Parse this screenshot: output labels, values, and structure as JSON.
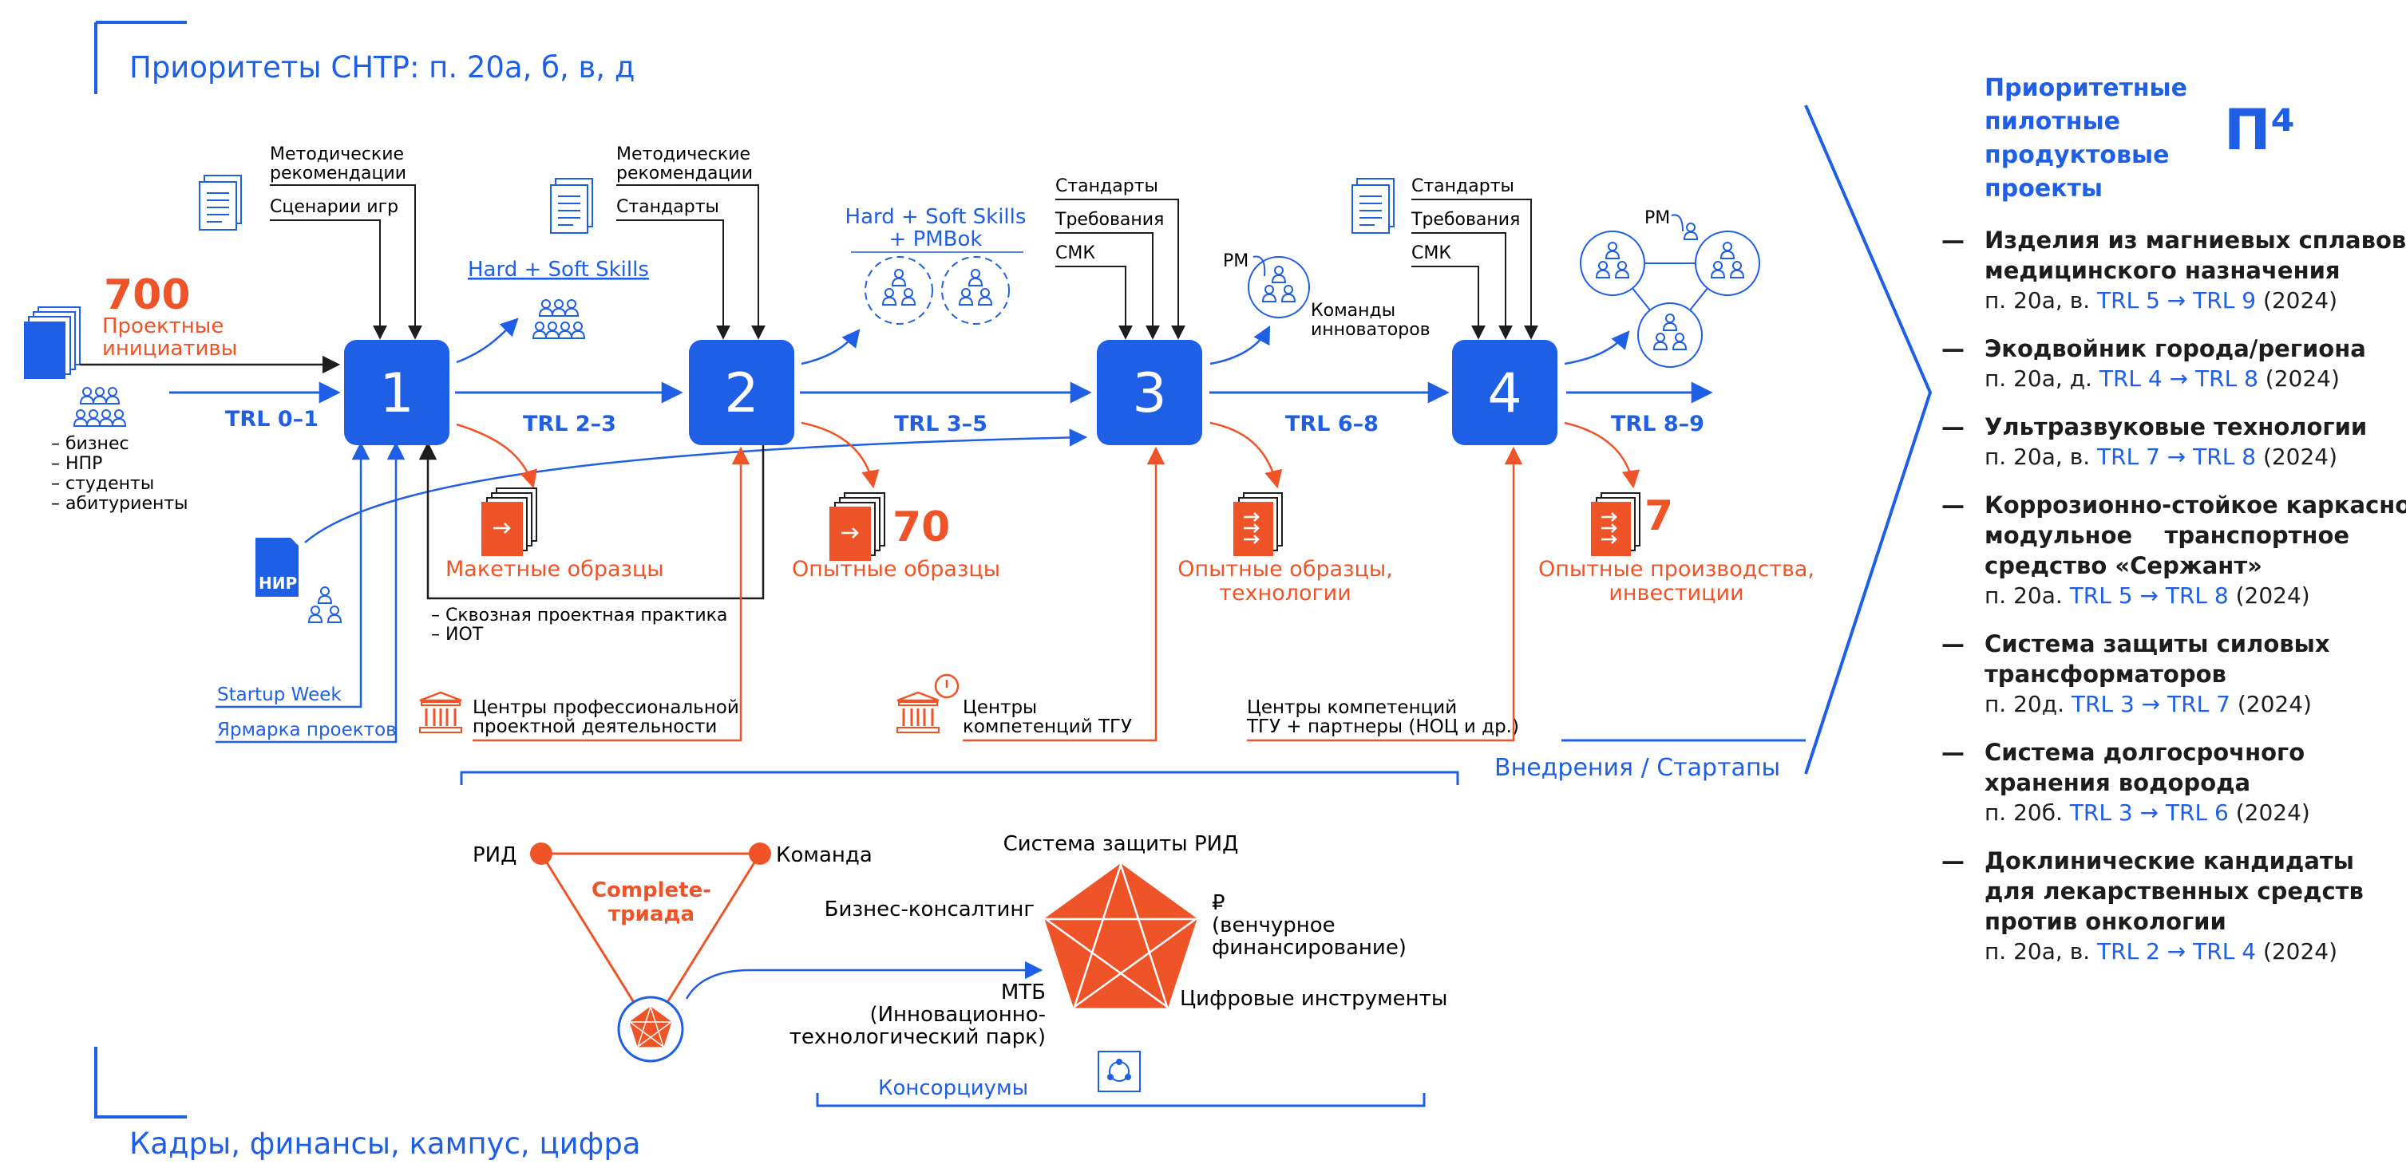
{
  "colors": {
    "blue": "#1e5fe6",
    "orange": "#ee5427",
    "text": "#1d1d1f",
    "light": "#ffffff"
  },
  "top_title": "Приоритеты СНТР: п. 20а, б, в, д",
  "bottom_title": "Кадры, финансы,  кампус, цифра",
  "initiatives": {
    "count": "700",
    "label1": "Проектные",
    "label2": "инициативы"
  },
  "participants": [
    "– бизнес",
    "– НПР",
    "– студенты",
    "– абитуриенты"
  ],
  "nir_label": "НИР",
  "stages": [
    {
      "num": "1",
      "inputs": [
        "Методические",
        "рекомендации",
        "Сценарии игр"
      ],
      "skill": [
        "Hard + Soft Skills"
      ],
      "trl": "TRL 2–3"
    },
    {
      "num": "2",
      "inputs": [
        "Методические",
        "рекомендации",
        "Стандарты"
      ],
      "skill": [
        "Hard + Soft Skills",
        "+ PMBok"
      ],
      "trl": "TRL 3–5"
    },
    {
      "num": "3",
      "inputs": [
        "Стандарты",
        "Требования",
        "СМК"
      ],
      "skill": [
        "PM",
        "Команды",
        "инноваторов"
      ],
      "trl": "TRL 6–8"
    },
    {
      "num": "4",
      "inputs": [
        "Стандарты",
        "Требования",
        "СМК"
      ],
      "skill": [
        "PM"
      ],
      "trl": "TRL 8–9"
    }
  ],
  "trl_start": "TRL 0–1",
  "outputs": [
    {
      "count": "",
      "label": [
        "Макетные образцы"
      ]
    },
    {
      "count": "70",
      "label": [
        "Опытные образцы"
      ]
    },
    {
      "count": "",
      "label": [
        "Опытные образцы,",
        "технологии"
      ]
    },
    {
      "count": "7",
      "label": [
        "Опытные производства,",
        "инвестиции"
      ]
    }
  ],
  "practice": [
    "– Сквозная проектная практика",
    "– ИОТ"
  ],
  "startup_week": "Startup Week",
  "project_fair": "Ярмарка проектов",
  "centers": [
    [
      "Центры профессиональной",
      "проектной деятельности"
    ],
    [
      "Центры",
      "компетенций ТГУ"
    ],
    [
      "Центры компетенций",
      "ТГУ + партнеры (НОЦ и др.)"
    ]
  ],
  "implementations": "Внедрения / Стартапы",
  "triad": {
    "title": [
      "Complete-",
      "триада"
    ],
    "rid": "РИД",
    "team": "Команда"
  },
  "pentagon": {
    "top": "Система защиты РИД",
    "left": "Бизнес-консалтинг",
    "right": [
      "₽",
      "(венчурное",
      "финансирование)"
    ],
    "bottom_right": "Цифровые инструменты",
    "bottom_left": [
      "МТБ",
      "(Инновационно-",
      "технологический парк)"
    ]
  },
  "consortia": "Консорциумы",
  "pilot": {
    "heading": [
      "Приоритетные",
      "пилотные",
      "продуктовые",
      "проекты"
    ],
    "logo": "П⁴",
    "projects": [
      {
        "name": [
          "Изделия из магниевых сплавов",
          "медицинского назначения"
        ],
        "ref": "п. 20а, в.",
        "trl_from": "TRL 5",
        "trl_to": "TRL 9",
        "year": "(2024)"
      },
      {
        "name": [
          "Экодвойник города/региона"
        ],
        "ref": "п. 20а, д.",
        "trl_from": "TRL 4",
        "trl_to": "TRL 8",
        "year": "(2024)"
      },
      {
        "name": [
          "Ультразвуковые технологии"
        ],
        "ref": "п. 20а, в.",
        "trl_from": "TRL 7",
        "trl_to": "TRL 8",
        "year": "(2024)"
      },
      {
        "name": [
          "Коррозионно-стойкое каркасно-",
          "модульное    транспортное",
          "средство «Сержант»"
        ],
        "ref": "п. 20а.",
        "trl_from": "TRL 5",
        "trl_to": "TRL 8",
        "year": "(2024)"
      },
      {
        "name": [
          "Система защиты силовых",
          "трансформаторов"
        ],
        "ref": "п. 20д.",
        "trl_from": "TRL 3",
        "trl_to": "TRL 7",
        "year": "(2024)"
      },
      {
        "name": [
          "Система долгосрочного",
          "хранения водорода"
        ],
        "ref": "п. 20б.",
        "trl_from": "TRL 3",
        "trl_to": "TRL 6",
        "year": "(2024)"
      },
      {
        "name": [
          "Доклинические кандидаты",
          "для лекарственных средств",
          "против онкологии"
        ],
        "ref": "п. 20а, в.",
        "trl_from": "TRL 2",
        "trl_to": "TRL 4",
        "year": "(2024)"
      }
    ]
  }
}
